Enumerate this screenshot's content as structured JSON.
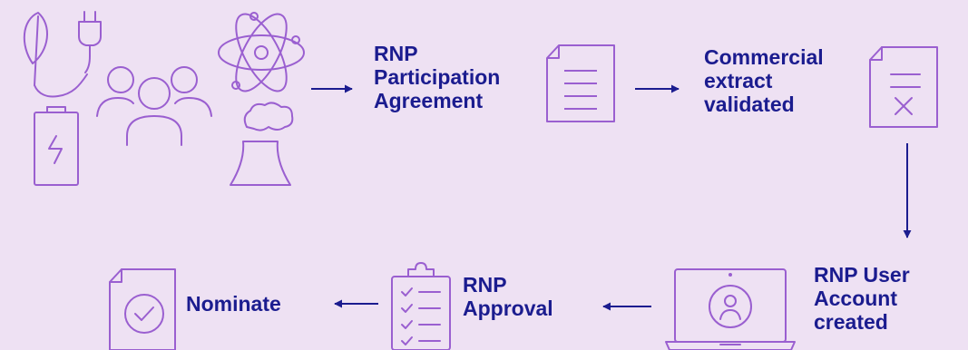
{
  "steps": {
    "agreement": {
      "lines": [
        "RNP",
        "Participation",
        "Agreement"
      ]
    },
    "extract": {
      "lines": [
        "Commercial",
        "extract",
        "validated"
      ]
    },
    "account": {
      "lines": [
        "RNP User",
        "Account",
        "created"
      ]
    },
    "approval": {
      "lines": [
        "RNP",
        "Approval"
      ]
    },
    "nominate": {
      "lines": [
        "Nominate"
      ]
    }
  },
  "icons": {
    "participants": [
      "leaf-icon",
      "plug-icon",
      "battery-icon",
      "people-icon",
      "atom-icon",
      "power-plant-icon"
    ],
    "agreement": "document-icon",
    "extract": "document-cross-icon",
    "account": "laptop-user-icon",
    "approval": "checklist-icon",
    "nominate": "document-check-icon"
  },
  "colors": {
    "background": "#eee1f3",
    "icon_stroke": "#9a5fd0",
    "text_and_arrows": "#1b1c8f"
  }
}
